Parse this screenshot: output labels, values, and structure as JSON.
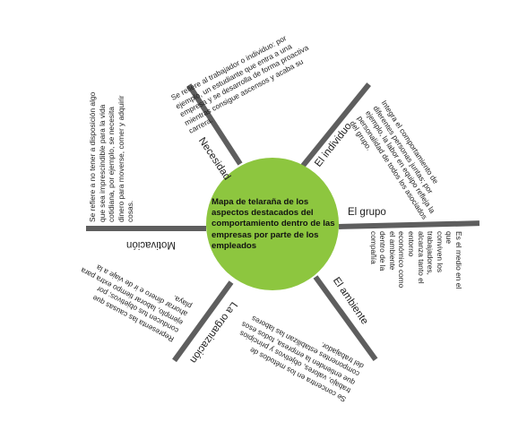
{
  "hub": {
    "title": "Mapa de telaraña de los aspectos destacados del comportamiento dentro de las empresas por parte de los empleados",
    "color": "#8dc63f"
  },
  "spoke_color": "#5e5e5e",
  "branches": [
    {
      "label": "Necesidad",
      "text": "Se refiere al trabajador o individuo: por\nejemplo, un estudiante que entra a una\nempresa y se desarrolla de forma proactiva\nmientras consigue ascensos y acaba su\ncarrera."
    },
    {
      "label": "El individuo",
      "text": "Integra el comportamiento de\ndiferentes personas juntas; por\nejemplo, la labor en equipo refleja la\npersonalidad de todos los asociados\ndel grupo."
    },
    {
      "label": "El grupo",
      "text": "Es el medio en el que\nconviven los trabajadores,\nalcanza tanto el entorno\neconómico como el ambiente\ndentro de la compañía"
    },
    {
      "label": "El ambiente",
      "text": "Se concentra en los métodos de\ntrabajo, valores, objetivos y principios\nque entienden la empresa, todos esos\ncomponentes estabilizan las labores\ndel trabajador."
    },
    {
      "label": "La organización",
      "text": "Representa las causas que\nconducen tus objetivos; por\nejemplo, laborar tiempo extra para\nahorrar dinero e ir de viaje a la\nplaya."
    },
    {
      "label": "Motivación",
      "text": "Se refiere a no tener a disposición algo\nque sea imprescindible para la vida\ncotidiana, por ejemplo, se necesita\ndinero para moverse, comer y adquirir\ncosas."
    }
  ]
}
